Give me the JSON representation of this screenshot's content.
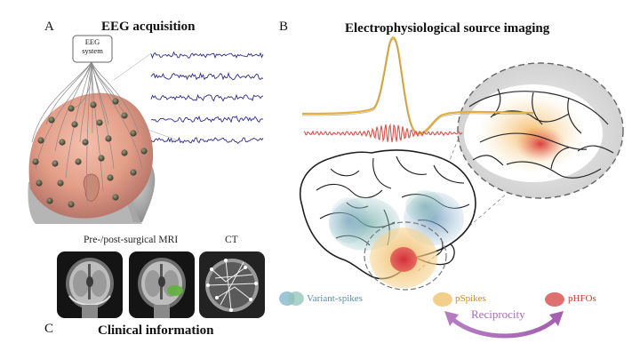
{
  "panels": {
    "a": {
      "letter": "A",
      "title": "EEG acquisition",
      "box_label_1": "EEG",
      "box_label_2": "system"
    },
    "b": {
      "letter": "B",
      "title": "Electrophysiological source imaging"
    },
    "c": {
      "letter": "C",
      "title": "Clinical information",
      "mri_label": "Pre-/post-surgical MRI",
      "ct_label": "CT"
    }
  },
  "legend": [
    {
      "label": "Variant-spikes",
      "color": "#5b8fa8"
    },
    {
      "label": "pSpikes",
      "color": "#d08a2a"
    },
    {
      "label": "pHFOs",
      "color": "#c0392b"
    }
  ],
  "reciprocity": {
    "label": "Reciprocity",
    "color": "#a86bb5"
  },
  "colors": {
    "eeg_trace": "#2c2c8c",
    "spike": "#e2b042",
    "hfo": "#d9534f",
    "head": "#e8a48e"
  }
}
